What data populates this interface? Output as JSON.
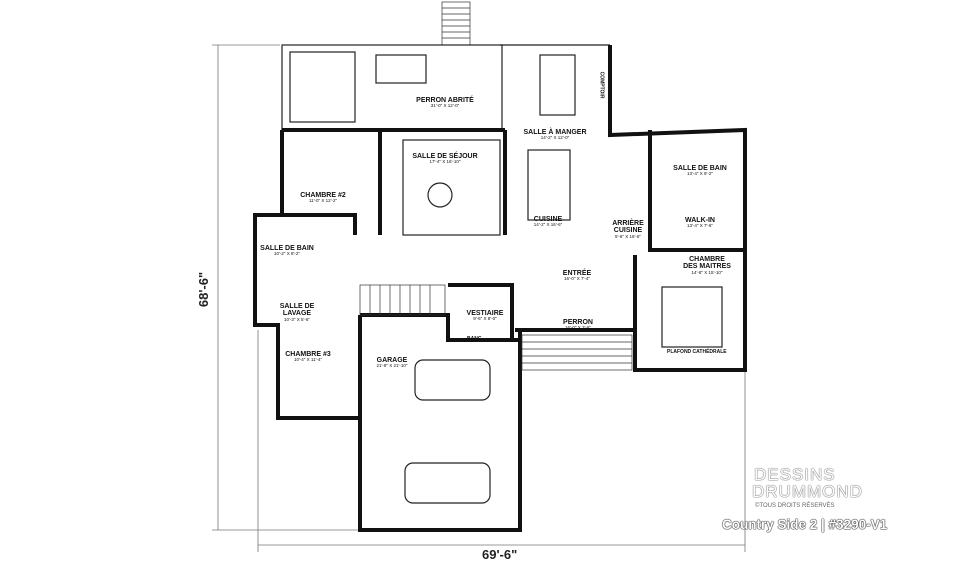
{
  "rooms": [
    {
      "name": "PERRON ABRITÉ",
      "dims": "31'-0\" X 12'-0\""
    },
    {
      "name": "SALLE À MANGER",
      "dims": "14'-2\" X 12'-0\""
    },
    {
      "name": "CHAMBRE #2",
      "dims": "11'-0\" X 12'-2\""
    },
    {
      "name": "SALLE DE SÉJOUR",
      "dims": "17'-4\" X 16'-10\""
    },
    {
      "name": "CUISINE",
      "dims": "14'-2\" X 16'-6\""
    },
    {
      "name": "ARRIÈRE\nCUISINE",
      "dims": "5'-6\" X 16'-6\""
    },
    {
      "name": "SALLE DE BAIN",
      "dims": "13'-4\" X 9'-2\""
    },
    {
      "name": "WALK-IN",
      "dims": "13'-4\" X 7'-6\""
    },
    {
      "name": "CHAMBRE\nDES MAITRES",
      "dims": "14'-8\" X 15'-10\""
    },
    {
      "name": "SALLE DE BAIN",
      "dims": "10'-2\" X 8'-2\""
    },
    {
      "name": "ENTRÉE",
      "dims": "16'-0\" X 7'-4\""
    },
    {
      "name": "SALLE DE\nLAVAGE",
      "dims": "10'-3\" X 5'-6\""
    },
    {
      "name": "VESTIAIRE",
      "dims": "9'-6\" X 8'-0\""
    },
    {
      "name": "PERRON",
      "dims": "16'-0\" X 3'-6\""
    },
    {
      "name": "CHAMBRE #3",
      "dims": "10'-4\" X 11'-4\""
    },
    {
      "name": "GARAGE",
      "dims": "21'-8\" X 21'-10\""
    }
  ],
  "notes": {
    "comptoir": "COMPTOIR",
    "banc": "BANC",
    "plafond": "PLAFOND CATHÉDRALE"
  },
  "dimensions": {
    "depth": "68'-6\"",
    "width": "69'-6\""
  },
  "branding": {
    "line1": "DESSINS",
    "line2": "DRUMMOND",
    "copyright": "©TOUS DROITS RÉSERVÉS",
    "plan_name": "Country Side 2 | #3290-V1"
  },
  "colors": {
    "wall": "#111111",
    "line": "#555555",
    "background": "#ffffff"
  }
}
